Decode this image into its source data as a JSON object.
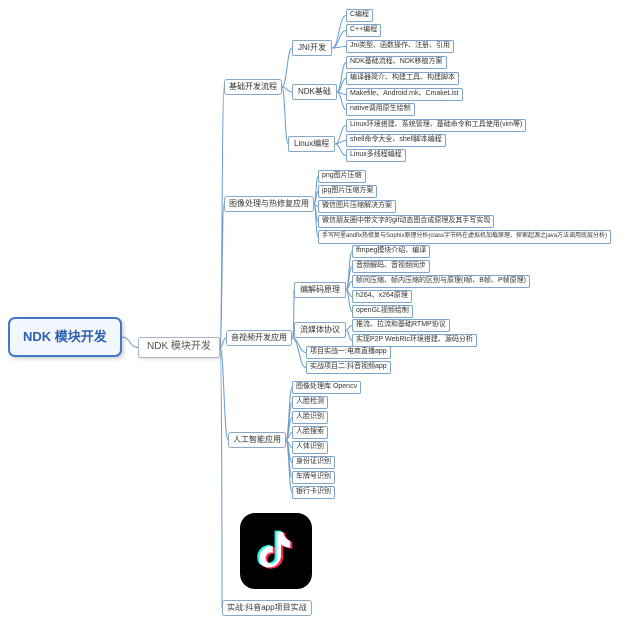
{
  "root": {
    "label": "NDK 模块开发"
  },
  "center": {
    "label": "NDK 模块开发"
  },
  "branches": [
    {
      "label": "基础开发流程",
      "children": [
        {
          "label": "JNI开发",
          "children": [
            {
              "label": "C编程"
            },
            {
              "label": "C++编程"
            },
            {
              "label": "Jni类型、函数操作、注册、引用"
            }
          ]
        },
        {
          "label": "NDK基础",
          "children": [
            {
              "label": "NDK基础流程、NDK移植方案"
            },
            {
              "label": "编译器简介、构建工具、构建脚本"
            },
            {
              "label": "Makefile、Android.mk、CmakeList"
            },
            {
              "label": "native调用原生绘制"
            }
          ]
        },
        {
          "label": "Linux编程",
          "children": [
            {
              "label": "Linux环境搭建、系统管理、基础命令和工具使用(vim等)"
            },
            {
              "label": "shell命令大全、shell脚本编程"
            },
            {
              "label": "Linux多线程编程"
            }
          ]
        }
      ]
    },
    {
      "label": "图像处理与热修复应用",
      "children": [
        {
          "label": "png图片压缩"
        },
        {
          "label": "jpg图片压缩方案"
        },
        {
          "label": "微信图片压缩解决方案"
        },
        {
          "label": "微信朋友圈中带文字的gif动态图合成原理及其手写实现"
        },
        {
          "label": "手写阿里andfix热修复与Sophix原理分析(class字节码在虚拟机加载原理、探索起源之java方法调用底层分析)"
        }
      ]
    },
    {
      "label": "音视频开发应用",
      "children": [
        {
          "label": "编解码原理",
          "children": [
            {
              "label": "ffmpeg模块介绍、编译"
            },
            {
              "label": "音频解码、音视频同步"
            },
            {
              "label": "帧间压缩、帧内压缩的区别与原理(I帧、B帧、P帧原理)"
            },
            {
              "label": "h264、x264原理"
            },
            {
              "label": "openGL视频绘制"
            }
          ]
        },
        {
          "label": "流媒体协议",
          "children": [
            {
              "label": "推流、拉流和基础RTMP协议"
            },
            {
              "label": "实现P2P WebRtc环境搭建、源码分析"
            }
          ]
        },
        {
          "label": "项目实战一:电商直播app"
        },
        {
          "label": "实战项目二:抖音视频app"
        }
      ]
    },
    {
      "label": "人工智能应用",
      "children": [
        {
          "label": "图像处理库 Opencv"
        },
        {
          "label": "人脸检测"
        },
        {
          "label": "人脸识别"
        },
        {
          "label": "人脸搜索"
        },
        {
          "label": "人体识别"
        },
        {
          "label": "身份证识别"
        },
        {
          "label": "车牌号识别"
        },
        {
          "label": "银行卡识别"
        }
      ]
    },
    {
      "label": "实战:抖音app项目实战"
    }
  ],
  "logo": {
    "icon": "douyin-tiktok-note-icon",
    "background": "#000000",
    "note_white": "#FFFFFF",
    "note_cyan": "#25F4EE",
    "note_red": "#FE2C55"
  },
  "colors": {
    "line": "#6b9bd2",
    "root_border": "#4477c4",
    "root_text": "#2f5fae",
    "box_border": "#7da4cc",
    "text": "#333333"
  }
}
